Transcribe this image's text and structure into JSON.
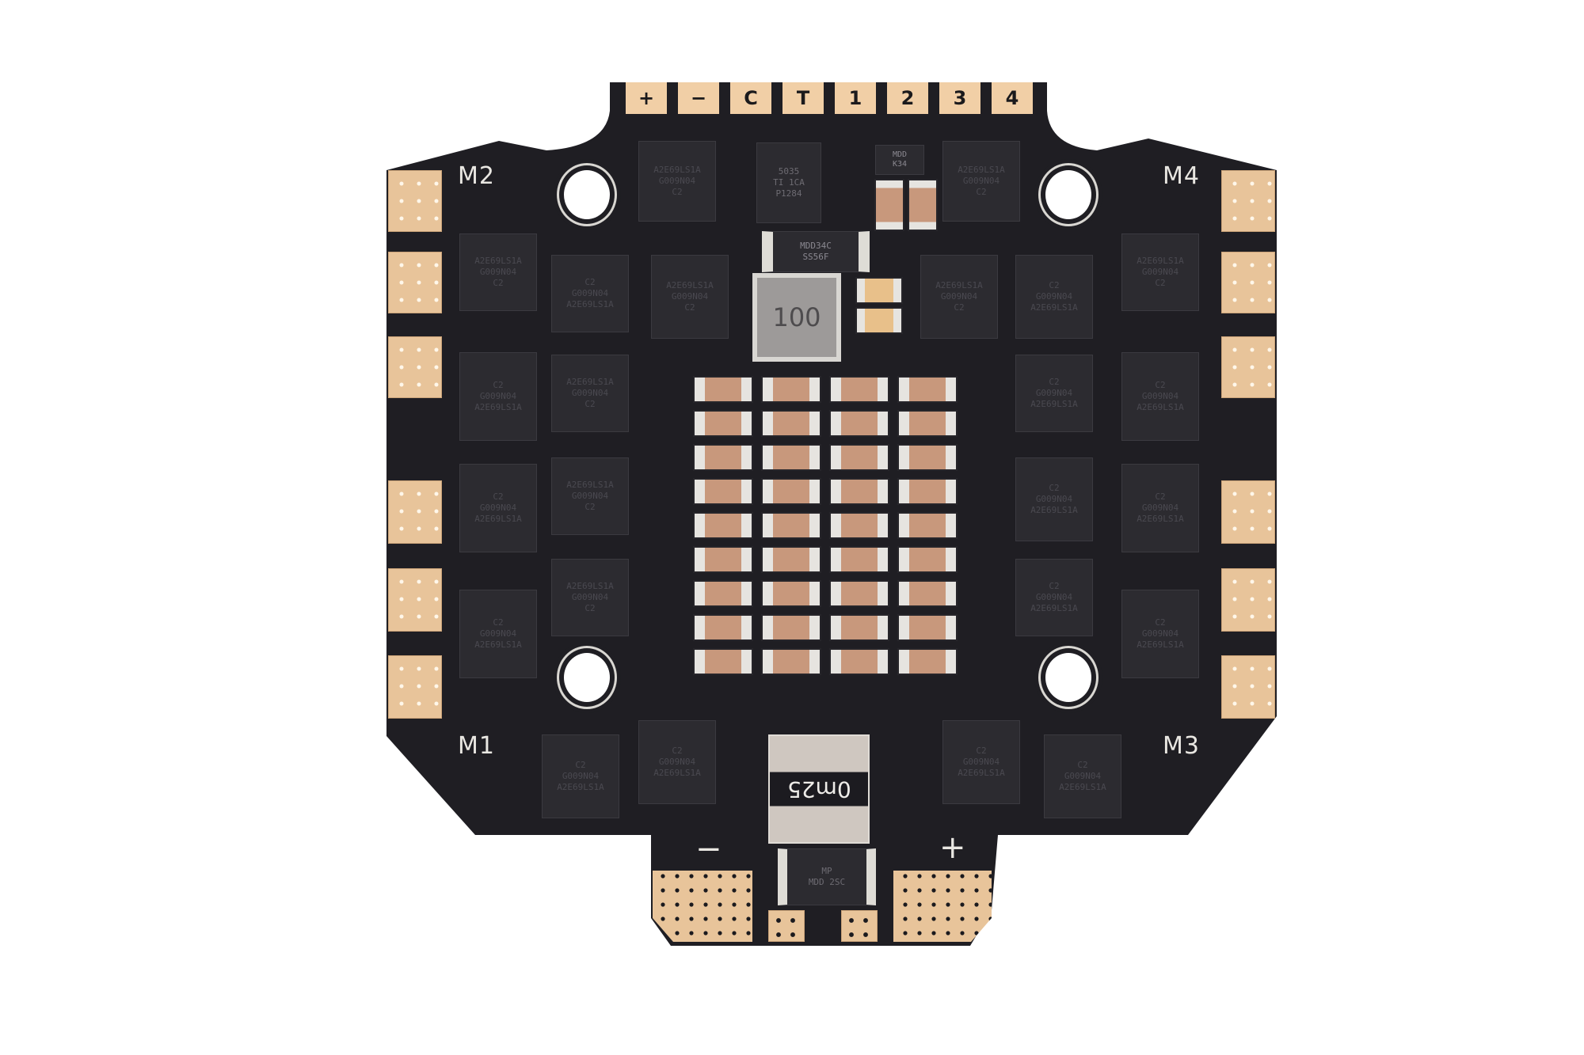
{
  "image": {
    "subject": "4-in-1 ESC circuit board (drone electronic speed controller), top view on white background",
    "background_color": "#ffffff",
    "board_color": "#1f1e23",
    "pad_color": "#e8c49a"
  },
  "top_connector": {
    "pads": [
      "+",
      "−",
      "C",
      "T",
      "1",
      "2",
      "3",
      "4"
    ]
  },
  "motor_labels": {
    "top_left": "M2",
    "top_right": "M4",
    "bottom_left": "M1",
    "bottom_right": "M3"
  },
  "power_labels": {
    "negative": "−",
    "positive": "+"
  },
  "components": {
    "inductor_marking": "100",
    "current_sense_resistor_marking": "0m25",
    "regulator_marking": [
      "5035",
      "TI 1CA",
      "P1284"
    ],
    "diode_marking": [
      "MDD34C",
      "SS56F"
    ],
    "small_ic_marking": [
      "MDD",
      "K34"
    ],
    "bottom_diode_marking": [
      "MDD 2SC",
      "MP"
    ],
    "mosfet_marking_a": [
      "A2E69LS1A",
      "G009N04",
      "C2"
    ],
    "mosfet_marking_b": [
      "C2",
      "G009N04",
      "A2E69LS1A"
    ]
  },
  "capacitor_bank": {
    "columns": 4,
    "rows": 9
  },
  "mounting_holes": 4
}
